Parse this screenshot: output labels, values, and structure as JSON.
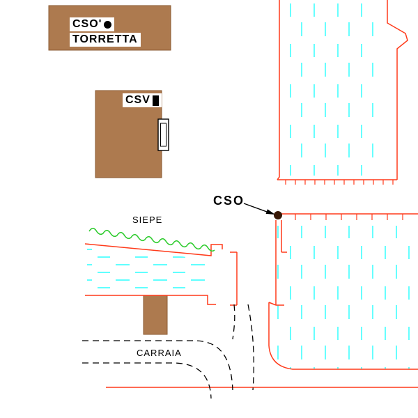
{
  "colors": {
    "bg": "#ffffff",
    "brown": "#ad7a4f",
    "red": "#ff3a1a",
    "cyan": "#00ffff",
    "green": "#2fcc2f",
    "black": "#000000",
    "dot": "#381806",
    "label_bg": "#ffffff"
  },
  "labels": {
    "building_top_name": "CSO'",
    "building_top_sub": "TORRETTA",
    "building_mid_name": "CSV",
    "manhole_callout": "CSO",
    "hedge": "SIEPE",
    "track": "CARRAIA"
  }
}
